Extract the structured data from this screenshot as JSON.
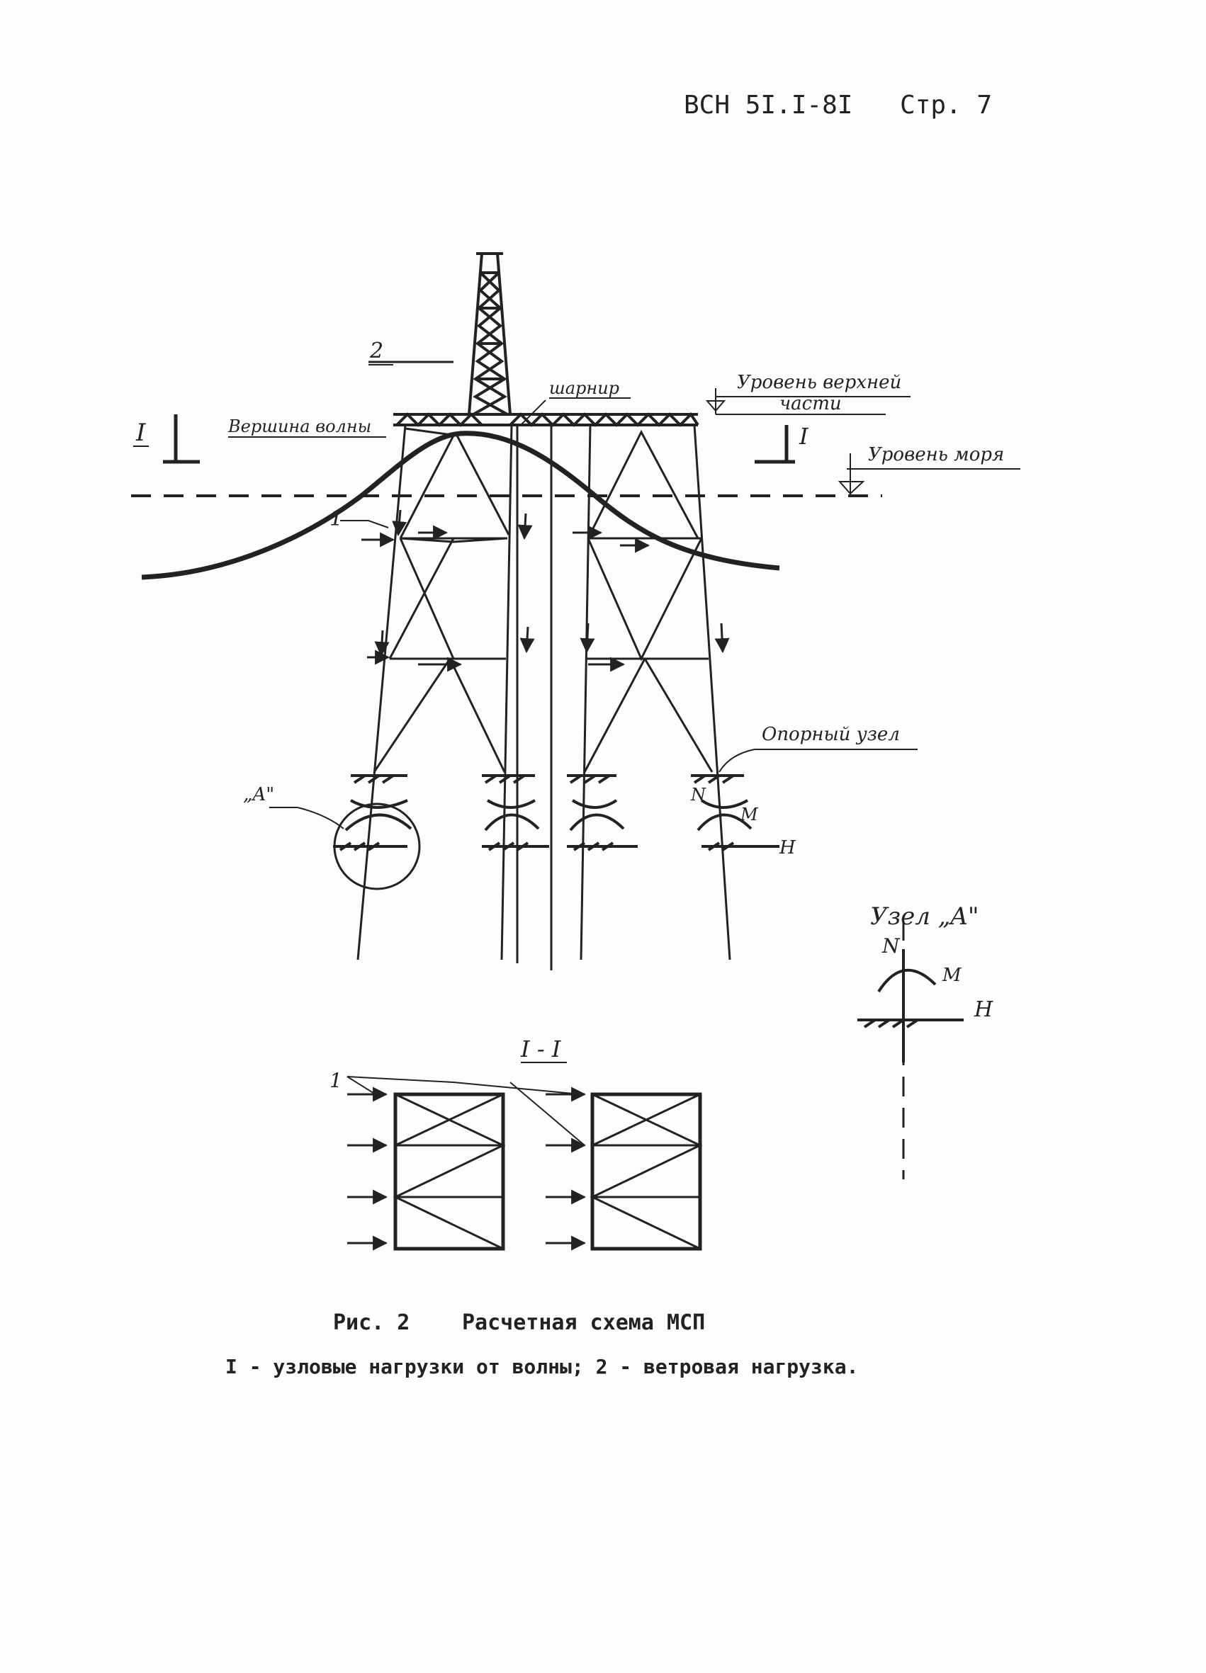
{
  "header": {
    "doc_code": "ВСН 5I.I-8I",
    "page_label": "Стр. 7"
  },
  "diagram": {
    "labels": {
      "wind_num": "2",
      "wave_crest": "Вершина волны",
      "hinge": "шарнир",
      "upper_level_1": "Уровень верхней",
      "upper_level_2": "части",
      "sea_level": "Уровень моря",
      "section_left": "I",
      "section_right": "I",
      "node_load_num": "1",
      "support_node": "Опорный узел",
      "node_a_ref": "„A\"",
      "node_a_title": "Узел „A\"",
      "force_n": "N",
      "force_m": "M",
      "force_h": "H",
      "section_title": "I - I",
      "section_load_num": "1"
    }
  },
  "caption": {
    "figure_num": "Рис. 2",
    "figure_title": "Расчетная схема МСП",
    "legend": "I - узловые нагрузки от волны; 2 - ветровая нагрузка."
  }
}
